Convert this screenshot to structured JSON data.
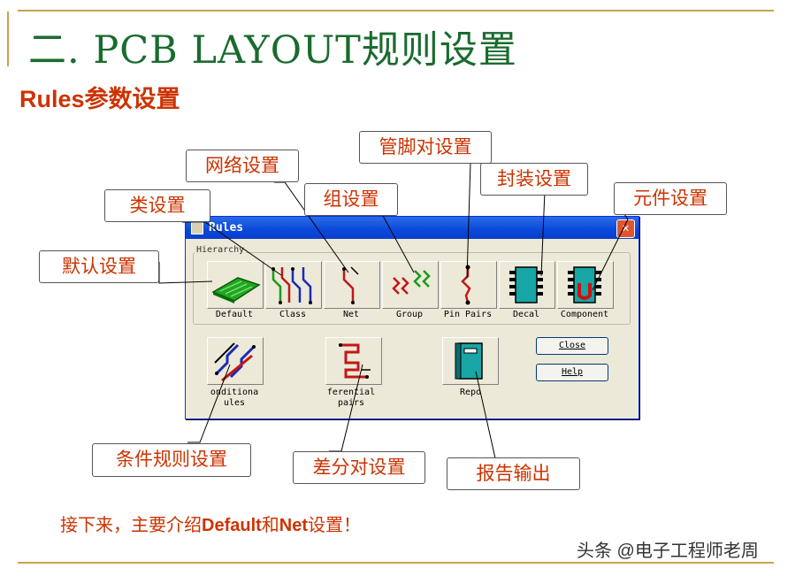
{
  "slide": {
    "title": "二. PCB LAYOUT规则设置",
    "subtitle": "Rules参数设置"
  },
  "dialog": {
    "title": "Rules",
    "close_glyph": "✕",
    "group_label": "Hierarchy",
    "tools": [
      {
        "label": "Default",
        "icon": "default-board-icon"
      },
      {
        "label": "Class",
        "icon": "class-traces-icon"
      },
      {
        "label": "Net",
        "icon": "net-trace-icon"
      },
      {
        "label": "Group",
        "icon": "group-traces-icon"
      },
      {
        "label": "Pin Pairs",
        "icon": "pin-pairs-icon"
      },
      {
        "label": "Decal",
        "icon": "decal-icon"
      },
      {
        "label": "Component",
        "icon": "component-icon"
      }
    ],
    "conditional_label": "onditiona\nules",
    "differential_label": "ferential\npairs",
    "report_label": "Repo",
    "close_label": "Close",
    "help_label": "Help"
  },
  "callouts": {
    "default": "默认设置",
    "class": "类设置",
    "net": "网络设置",
    "group": "组设置",
    "pin_pairs": "管脚对设置",
    "decal": "封装设置",
    "component": "元件设置",
    "conditional": "条件规则设置",
    "differential": "差分对设置",
    "report": "报告输出"
  },
  "footer": {
    "prefix": "接下来，主要介绍",
    "bold1": "Default",
    "mid": "和",
    "bold2": "Net",
    "suffix": "设置！"
  },
  "watermark": "头条 @电子工程师老周",
  "colors": {
    "title": "#1a6b2e",
    "accent": "#cc3300",
    "rule_line": "#c9a44c",
    "dialog_bg": "#ece9d8",
    "titlebar": "#0a48d8"
  }
}
